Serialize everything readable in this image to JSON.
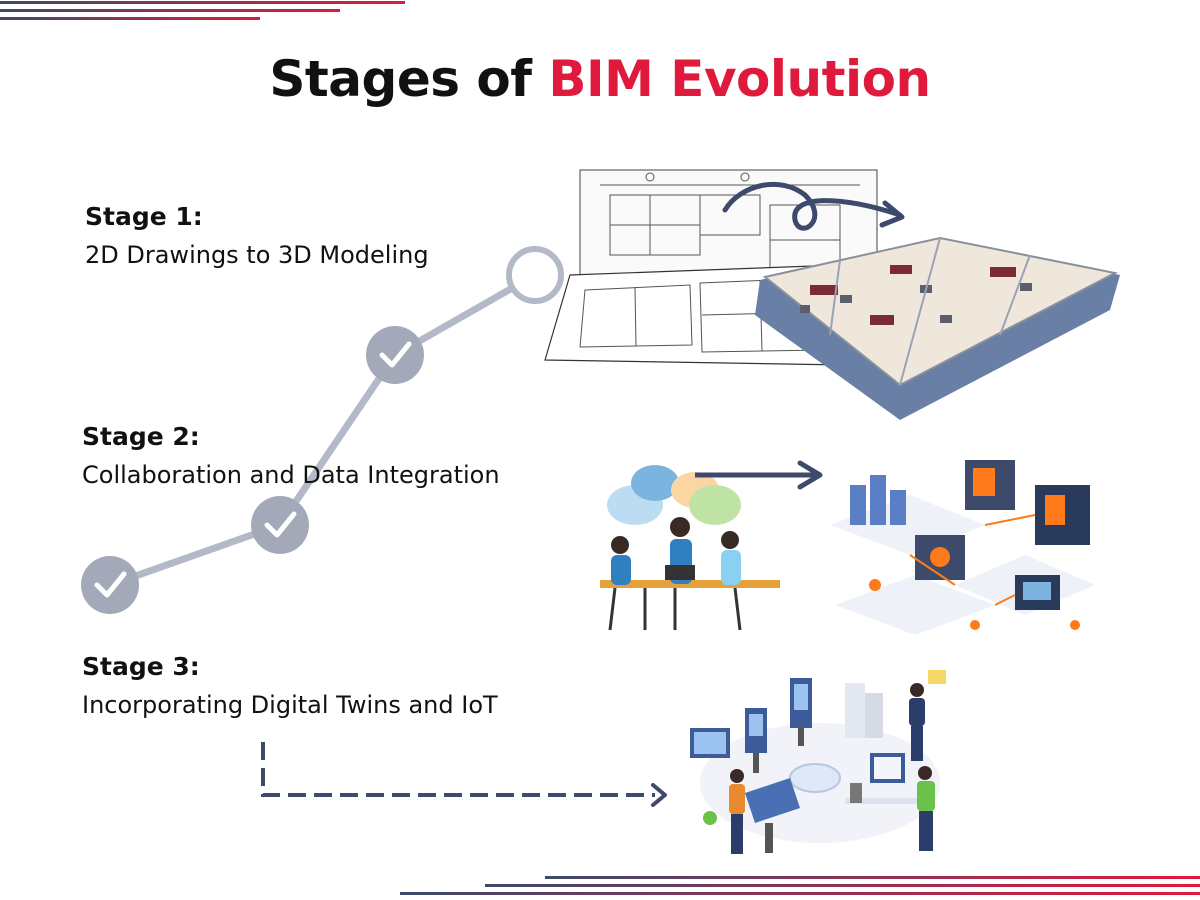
{
  "title": {
    "text_main": "Stages of ",
    "text_accent": "BIM Evolution"
  },
  "colors": {
    "accent": "#e01a3c",
    "navy": "#3d4a6b",
    "timeline": "#b4b9c8",
    "node": "#a4a9b9"
  },
  "stages": [
    {
      "heading": "Stage 1:",
      "subtitle": "2D Drawings to 3D Modeling"
    },
    {
      "heading": "Stage 2:",
      "subtitle": "Collaboration and Data Integration"
    },
    {
      "heading": "Stage 3:",
      "subtitle": "Incorporating Digital Twins and IoT"
    }
  ],
  "timeline_nodes": [
    {
      "state": "completed",
      "icon": "check-icon"
    },
    {
      "state": "completed",
      "icon": "check-icon"
    },
    {
      "state": "completed",
      "icon": "check-icon"
    },
    {
      "state": "pending",
      "icon": "empty-circle-icon"
    }
  ]
}
